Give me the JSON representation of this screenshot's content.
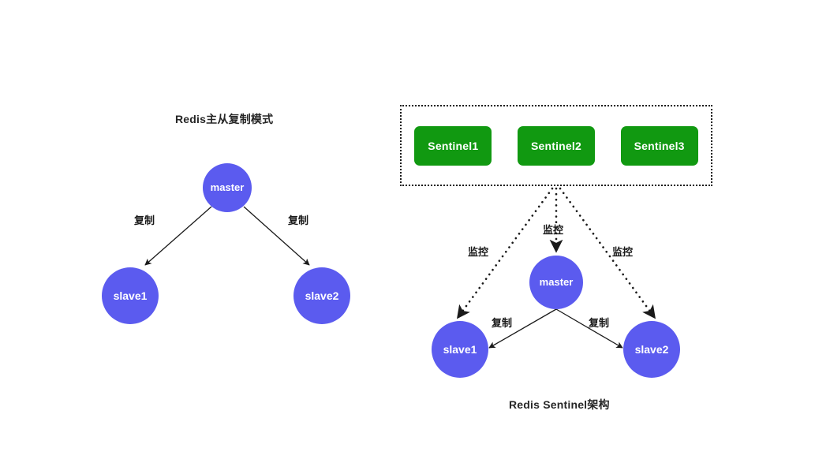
{
  "colors": {
    "background": "#ffffff",
    "node_fill": "#5b5bef",
    "node_text": "#ffffff",
    "sentinel_fill": "#119911",
    "sentinel_text": "#ffffff",
    "edge_stroke": "#1a1a1a",
    "group_border": "#1a1a1a",
    "title_text": "#262626",
    "label_text": "#1a1a1a"
  },
  "left_diagram": {
    "title": "Redis主从复制模式",
    "nodes": {
      "master": "master",
      "slave1": "slave1",
      "slave2": "slave2"
    },
    "edges": [
      {
        "from": "master",
        "to": "slave1",
        "label": "复制",
        "style": "solid"
      },
      {
        "from": "master",
        "to": "slave2",
        "label": "复制",
        "style": "solid"
      }
    ]
  },
  "right_diagram": {
    "title": "Redis Sentinel架构",
    "sentinel_group": {
      "border_style": "dotted",
      "items": [
        "Sentinel1",
        "Sentinel2",
        "Sentinel3"
      ]
    },
    "nodes": {
      "master": "master",
      "slave1": "slave1",
      "slave2": "slave2"
    },
    "edges": [
      {
        "from": "sentinel-group",
        "to": "slave1",
        "label": "监控",
        "style": "dotted"
      },
      {
        "from": "sentinel-group",
        "to": "master",
        "label": "监控",
        "style": "dotted"
      },
      {
        "from": "sentinel-group",
        "to": "slave2",
        "label": "监控",
        "style": "dotted"
      },
      {
        "from": "master",
        "to": "slave1",
        "label": "复制",
        "style": "solid"
      },
      {
        "from": "master",
        "to": "slave2",
        "label": "复制",
        "style": "solid"
      }
    ]
  }
}
